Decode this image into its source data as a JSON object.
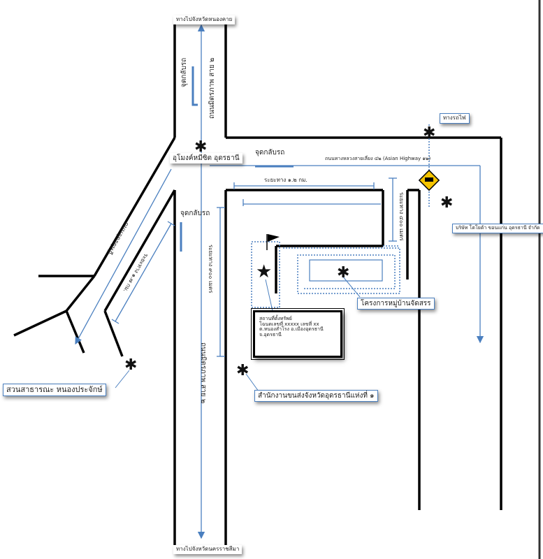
{
  "labels": {
    "to_nongkhai": "ทางไปจังหวัดหนองคาย",
    "to_korat": "ทางไปจังหวัดนครราชสีมา",
    "uturn_top": "จุดกลับรถ",
    "uturn_mid": "จุดกลับรถ",
    "uturn_left": "จุดกลับรถ",
    "road_mittraphap_top": "ถนนมิตรภาพ สาย ๒",
    "road_mittraphap_bottom": "ถนนมิตรภาพ สาย ๒",
    "underpass": "อุโมงค์หมีซิต อุดรธานี",
    "ring_road": "ถนนทางหลวงสายเลี่ยง ๔๒ (Asian Highway ๑๒)",
    "distance_1_2km": "ระยะทาง ๑.๒ กม.",
    "distance_900m": "ระยะทาง ๙๐๐ เมตร",
    "distance_1_7km": "ระยะทาง ๑.๗ กม.",
    "distance_400m": "ระยะทาง ๔๐๐ เมตร",
    "road_udon_dutsadi": "ถนนอุดรดุษฎี",
    "railway": "ทางรถไฟ",
    "company": "บริษัท โตโยต้า ขอนแก่น อุดรธานี จำกัด",
    "project": "โครงการหมู่บ้านจัดสรร",
    "office": "สำนักงานขนส่งจังหวัดอุดรธานีแห่งที่ ๑",
    "park": "สวนสาธารณะ หนองประจักษ์",
    "site_line1": "สถานที่ตั้งทรัพย์",
    "site_line2": "โฉนดเลขที่ xxxxx เลขที่ xx",
    "site_line3": "ต.หนองสำโรง อ.เมืองอุดรธานี",
    "site_line4": "จ.อุดรธานี"
  },
  "icons": [
    "star-marker-icon",
    "asterisk-marker-icon",
    "flag-icon",
    "train-crossing-icon",
    "uturn-arrow-icon"
  ],
  "colors": {
    "road": "#000000",
    "route_line": "#4a7fbf",
    "sign_fill": "#f5c400",
    "arrow": "#4a7fbf"
  }
}
